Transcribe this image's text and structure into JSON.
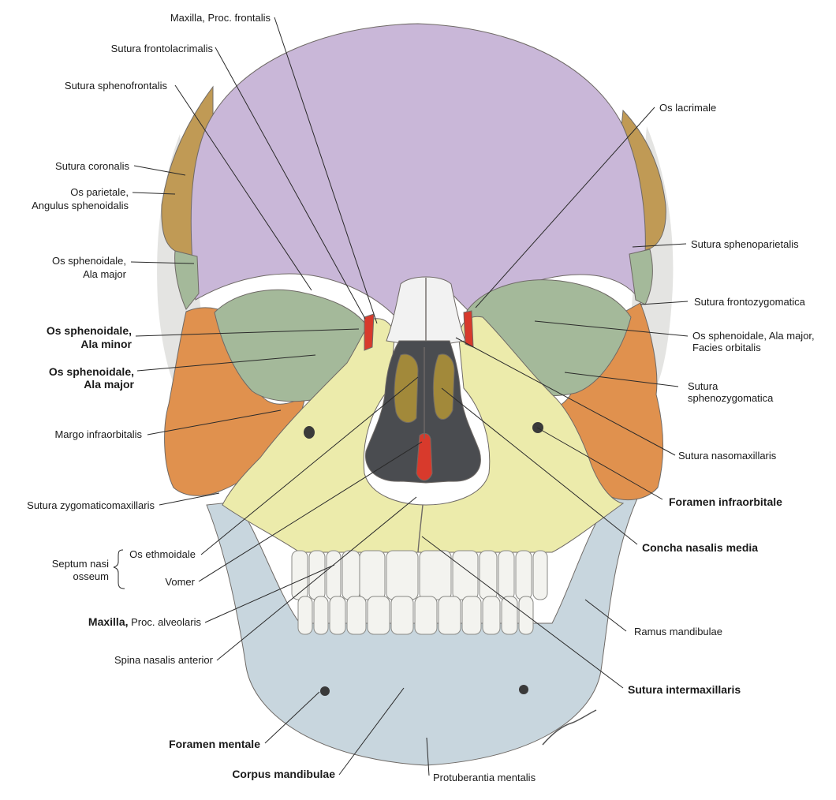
{
  "colors": {
    "frontal": "#c9b7d8",
    "parietal": "#c09a55",
    "sphenoid": "#a4b99a",
    "zygomatic": "#e0914e",
    "maxilla": "#ecebab",
    "mandible": "#c8d6de",
    "nasal": "#f2f2f2",
    "lacrimal": "#d83a2c",
    "ethmoid": "#a2893a",
    "cavity": "#4a4c50",
    "teeth": "#f3f3ef"
  },
  "labels": {
    "maxilla_proc_frontalis": "Maxilla, Proc. frontalis",
    "sutura_frontolacrimalis": "Sutura frontolacrimalis",
    "sutura_sphenofrontalis": "Sutura sphenofrontalis",
    "sutura_coronalis": "Sutura coronalis",
    "os_parietale_1": "Os parietale,",
    "os_parietale_2": "Angulus sphenoidalis",
    "os_sphenoidale_ala_major_1": "Os sphenoidale,",
    "os_sphenoidale_ala_major_2": "Ala major",
    "ala_minor_bold_1": "Os sphenoidale,",
    "ala_minor_bold_2": "Ala minor",
    "ala_major_bold_1": "Os sphenoidale,",
    "ala_major_bold_2": "Ala major",
    "margo_infraorbitalis": "Margo infraorbitalis",
    "sutura_zygomaticomaxillaris": "Sutura zygomaticomaxillaris",
    "septum_nasi_1": "Septum nasi",
    "septum_nasi_2": "osseum",
    "os_ethmoidale": "Os ethmoidale",
    "vomer": "Vomer",
    "maxilla_bold": "Maxilla,",
    "proc_alveolaris": " Proc. alveolaris",
    "spina_nasalis_anterior": "Spina nasalis anterior",
    "foramen_mentale": "Foramen mentale",
    "corpus_mandibulae": "Corpus mandibulae",
    "protuberantia_mentalis": "Protuberantia mentalis",
    "os_lacrimale": "Os lacrimale",
    "sutura_sphenoparietalis": "Sutura sphenoparietalis",
    "sutura_frontozygomatica": "Sutura frontozygomatica",
    "facies_orbitalis_1": "Os sphenoidale, Ala major,",
    "facies_orbitalis_2": "Facies orbitalis",
    "sutura_sphenozygomatica_1": "Sutura",
    "sutura_sphenozygomatica_2": "sphenozygomatica",
    "sutura_nasomaxillaris": "Sutura nasomaxillaris",
    "foramen_infraorbitale": "Foramen infraorbitale",
    "concha_nasalis_media": "Concha nasalis media",
    "ramus_mandibulae": "Ramus mandibulae",
    "sutura_intermaxillaris": "Sutura intermaxillaris"
  }
}
